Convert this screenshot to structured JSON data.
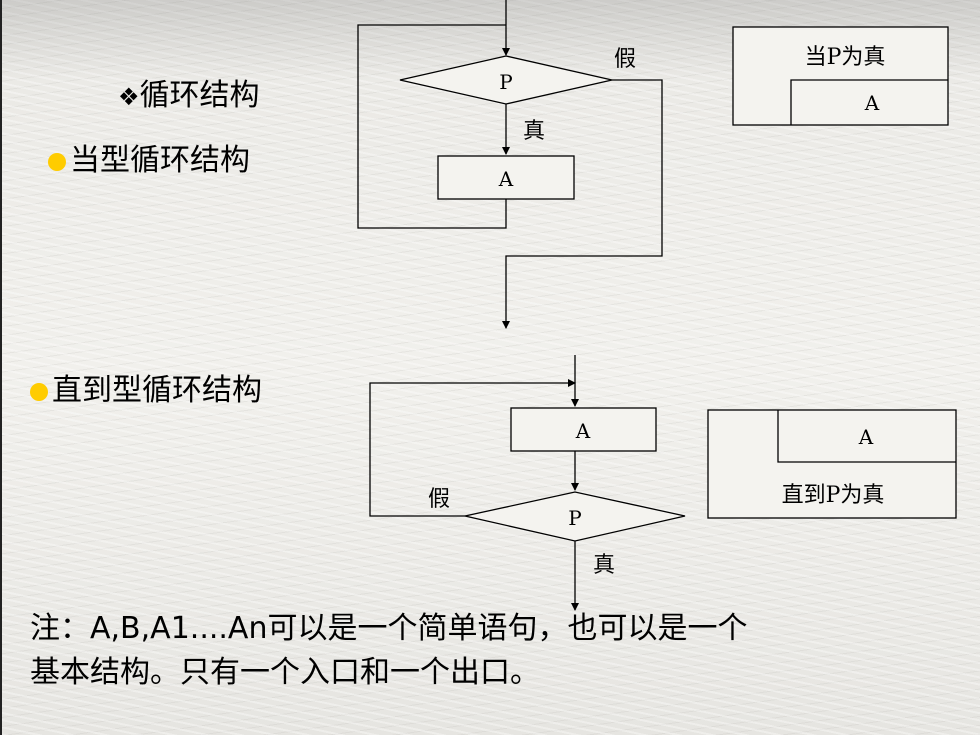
{
  "title": "循环结构",
  "title_marker": "❖",
  "while_loop": {
    "heading": "当型循环结构",
    "condition": "P",
    "body": "A",
    "true_label": "真",
    "false_label": "假",
    "ns_condition": "当P为真",
    "ns_body": "A"
  },
  "until_loop": {
    "heading": "直到型循环结构",
    "condition": "P",
    "body": "A",
    "true_label": "真",
    "false_label": "假",
    "ns_condition": "直到P为真",
    "ns_body": "A"
  },
  "note": {
    "line1": "注：A,B,A1....An可以是一个简单语句，也可以是一个",
    "line2": "基本结构。只有一个入口和一个出口。"
  },
  "colors": {
    "bullet": "#ffcc00",
    "line": "#000000"
  }
}
